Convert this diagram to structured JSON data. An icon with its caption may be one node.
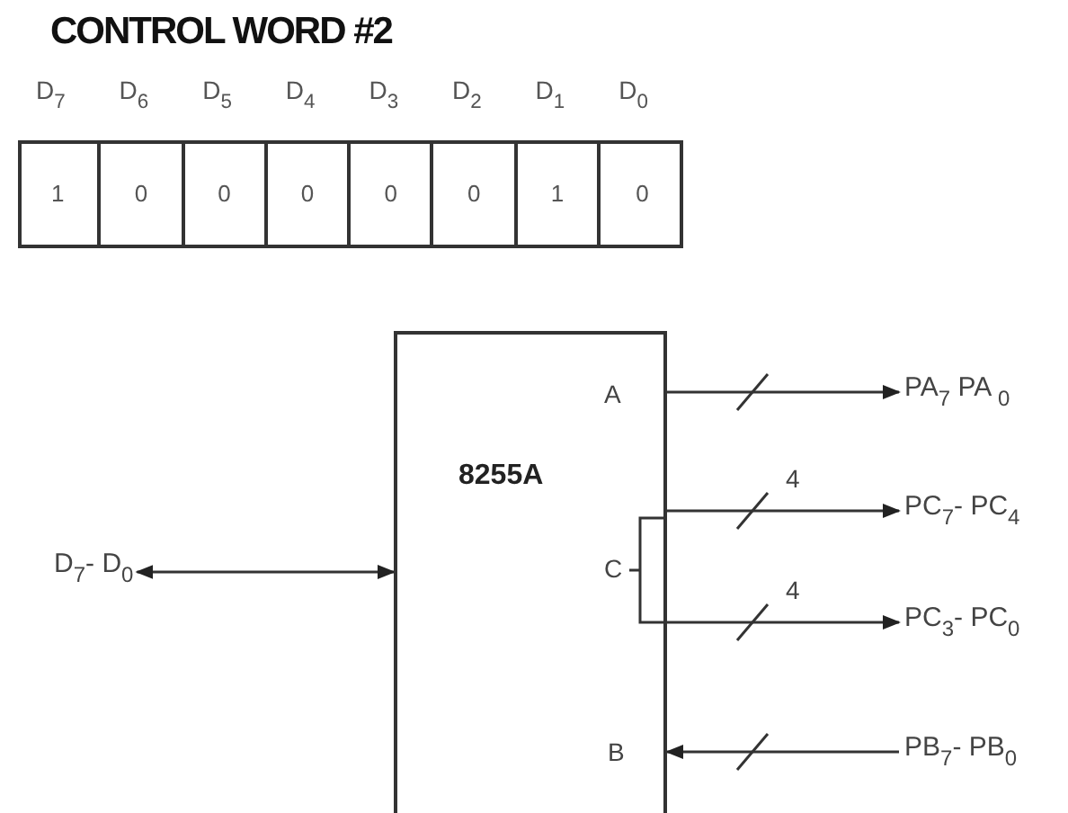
{
  "diagram": {
    "title": "CONTROL WORD #2",
    "nodes": [
      {
        "text": [
          "8255A",
          "A",
          "C",
          "B"
        ]
      },
      {
        "text": [
          "D$_{7}$- D$_{0}$"
        ]
      },
      {
        "text": [
          "PA$_{7}$ PA $_{0}$"
        ]
      },
      {
        "text": [
          "PC$_{7}$- PC$_{4}$"
        ]
      },
      {
        "text": [
          "PC$_{3}$- PC$_{0}$"
        ]
      },
      {
        "text": [
          "PB$_{7}$- PB$_{0}$"
        ]
      }
    ],
    "edges": [
      {
        "from": 1,
        "to": 0,
        "arrow": "both"
      },
      {
        "from": 0,
        "to": 2,
        "arrow": "to"
      },
      {
        "from": 0,
        "to": 3,
        "arrow": "to",
        "label": "4"
      },
      {
        "from": 0,
        "to": 4,
        "arrow": "to",
        "label": "4"
      },
      {
        "from": 5,
        "to": 0,
        "arrow": "to"
      }
    ],
    "labels": [
      "D$_{7}$",
      "D$_{6}$",
      "D$_{5}$",
      "D$_{4}$",
      "D$_{3}$",
      "D$_{2}$",
      "D$_{1}$",
      "D$_{0}$",
      "1",
      "0",
      "0",
      "0",
      "0",
      "0",
      "1",
      "0"
    ]
  }
}
